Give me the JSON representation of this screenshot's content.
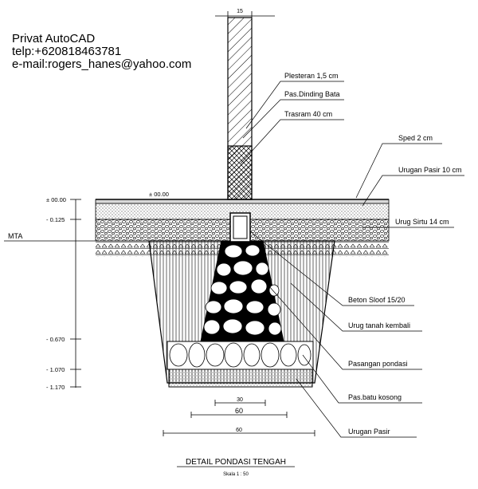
{
  "header": {
    "name": "Privat AutoCAD",
    "phone": "telp:+620818463781",
    "email": "e-mail:rogers_hanes@yahoo.com"
  },
  "labels": {
    "plesteran": "Plesteran 1,5 cm",
    "dinding": "Pas.Dinding Bata",
    "trasram": "Trasram 40 cm",
    "sped": "Sped 2 cm",
    "urugan_pasir_top": "Urugan Pasir 10 cm",
    "urug_sirtu": "Urug Sirtu 14 cm",
    "beton_sloof": "Beton Sloof 15/20",
    "urug_tanah": "Urug tanah kembali",
    "pasangan_pondasi": "Pasangan pondasi",
    "pas_batu_kosong": "Pas.batu kosong",
    "urugan_pasir_bottom": "Urugan Pasir"
  },
  "levels": {
    "l000": "± 00.00",
    "l0125": "- 0.125",
    "mta": "MTA",
    "l0670": "- 0.670",
    "l1070": "- 1.070",
    "l1170": "- 1.170",
    "floor": "± 00.00"
  },
  "dimensions": {
    "wall": "15",
    "d30": "30",
    "d60a": "60",
    "d60b": "60"
  },
  "footer": {
    "title": "DETAIL PONDASI TENGAH",
    "scale": "Skala 1 : 50"
  }
}
